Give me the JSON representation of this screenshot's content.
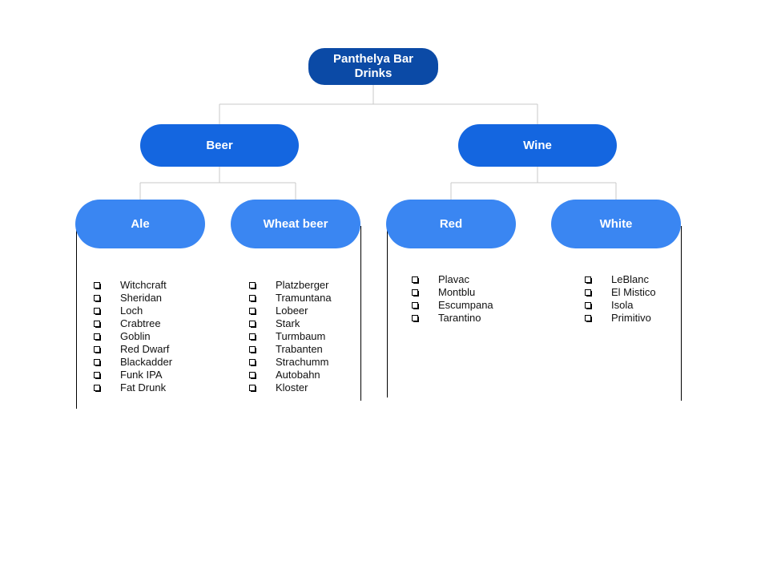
{
  "root": {
    "label": "Panthelya Bar Drinks"
  },
  "categories": [
    {
      "label": "Beer",
      "children": [
        {
          "label": "Ale",
          "items": [
            "Witchcraft",
            "Sheridan",
            "Loch",
            "Crabtree",
            "Goblin",
            "Red Dwarf",
            "Blackadder",
            "Funk IPA",
            "Fat Drunk"
          ]
        },
        {
          "label": "Wheat beer",
          "items": [
            "Platzberger",
            "Tramuntana",
            "Lobeer",
            "Stark",
            "Turmbaum",
            "Trabanten",
            "Strachumm",
            "Autobahn",
            "Kloster"
          ]
        }
      ]
    },
    {
      "label": "Wine",
      "children": [
        {
          "label": "Red",
          "items": [
            "Plavac",
            "Montblu",
            "Escumpana",
            "Tarantino"
          ]
        },
        {
          "label": "White",
          "items": [
            "LeBlanc",
            "El Mistico",
            "Isola",
            "Primitivo"
          ]
        }
      ]
    }
  ],
  "colors": {
    "root": "#0b4aa6",
    "level1": "#1466e0",
    "level2": "#3a86f2",
    "connector": "#c8c8c8",
    "column_line": "#000000"
  },
  "icons": {
    "list_bullet": "shadowed-box-icon"
  }
}
